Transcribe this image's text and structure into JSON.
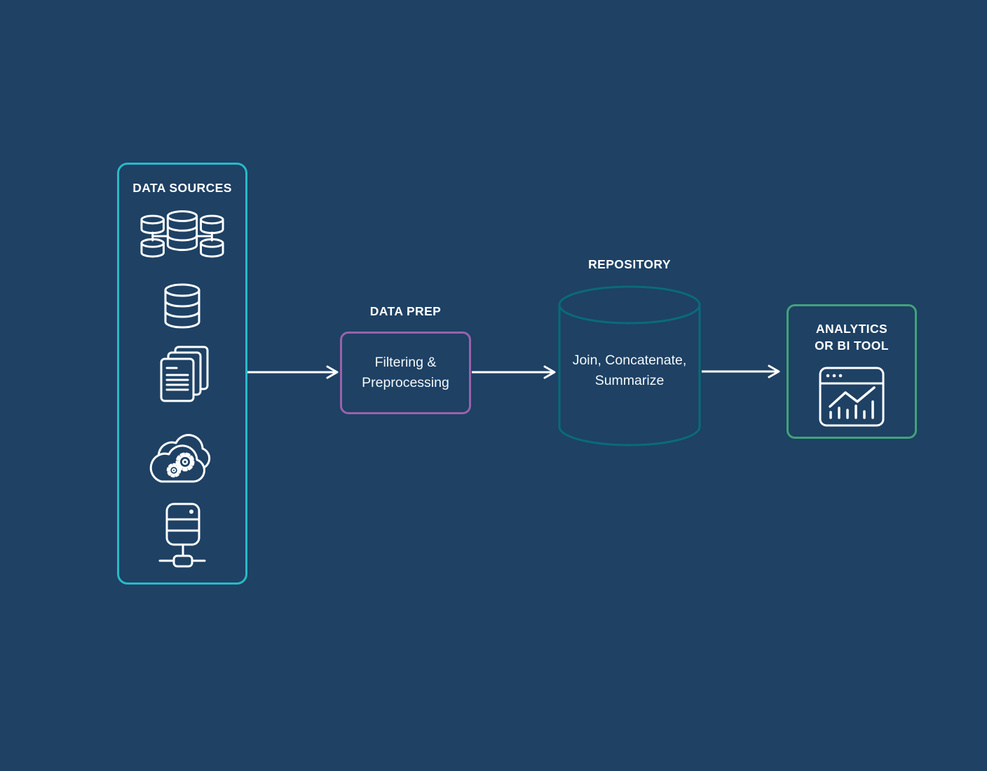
{
  "colors": {
    "canvas_bg": "#1e4164",
    "box_cyan": "#2ab9c7",
    "box_purple": "#9a62ab",
    "box_green": "#41a378",
    "cylinder_teal": "#0a6a79",
    "line_white": "#ffffff"
  },
  "diagram": {
    "data_sources": {
      "title": "DATA SOURCES",
      "icons": [
        {
          "name": "distributed-database-icon"
        },
        {
          "name": "database-icon"
        },
        {
          "name": "documents-icon"
        },
        {
          "name": "cloud-services-icon"
        },
        {
          "name": "network-server-icon"
        }
      ]
    },
    "data_prep": {
      "title": "DATA PREP",
      "line1": "Filtering &",
      "line2": "Preprocessing"
    },
    "repository": {
      "title": "REPOSITORY",
      "line1": "Join, Concatenate,",
      "line2": "Summarize"
    },
    "analytics": {
      "title_line1": "ANALYTICS",
      "title_line2": "OR BI TOOL",
      "icon": "dashboard-chart-icon"
    }
  }
}
